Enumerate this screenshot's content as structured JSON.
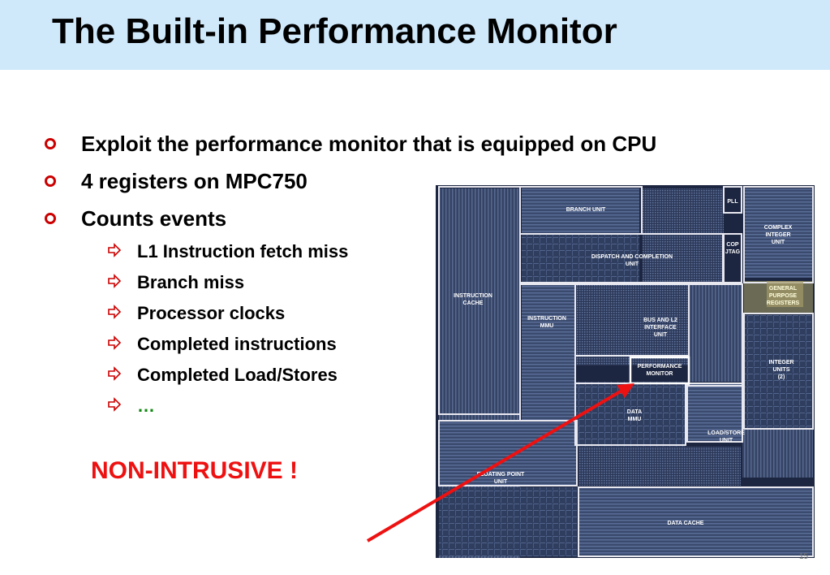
{
  "title": "The Built-in Performance Monitor",
  "bullets": [
    "Exploit the performance monitor that is equipped on CPU",
    "4 registers on MPC750",
    "Counts events"
  ],
  "sub_bullets": [
    "L1 Instruction fetch miss",
    "Branch miss",
    "Processor clocks",
    "Completed instructions",
    "Completed Load/Stores",
    "…"
  ],
  "callout": "NON-INTRUSIVE !",
  "die_labels": {
    "branch_unit": "BRANCH UNIT",
    "pll": "PLL",
    "complex_integer_1": "COMPLEX",
    "complex_integer_2": "INTEGER",
    "complex_integer_3": "UNIT",
    "cop_1": "COP",
    "cop_2": "JTAG",
    "dispatch_1": "DISPATCH AND COMPLETION",
    "dispatch_2": "UNIT",
    "gpr_1": "GENERAL",
    "gpr_2": "PURPOSE",
    "gpr_3": "REGISTERS",
    "icache_1": "INSTRUCTION",
    "icache_2": "CACHE",
    "immu_1": "INSTRUCTION",
    "immu_2": "MMU",
    "biu_1": "BUS AND L2",
    "biu_2": "INTERFACE",
    "biu_3": "UNIT",
    "perf_1": "PERFORMANCE",
    "perf_2": "MONITOR",
    "int_1": "INTEGER",
    "int_2": "UNITS",
    "int_3": "(2)",
    "dmmu_1": "DATA",
    "dmmu_2": "MMU",
    "lsu_1": "LOAD/STORE",
    "lsu_2": "UNIT",
    "fpu_1": "FLOATING POINT",
    "fpu_2": "UNIT",
    "dcache": "DATA CACHE"
  },
  "page_number": "15",
  "colors": {
    "title_bg": "#cfe9fb",
    "bullet_mark": "#cc0000",
    "callout": "#ee1111",
    "ellipsis": "#118811",
    "pointer_arrow": "#ee1111"
  }
}
